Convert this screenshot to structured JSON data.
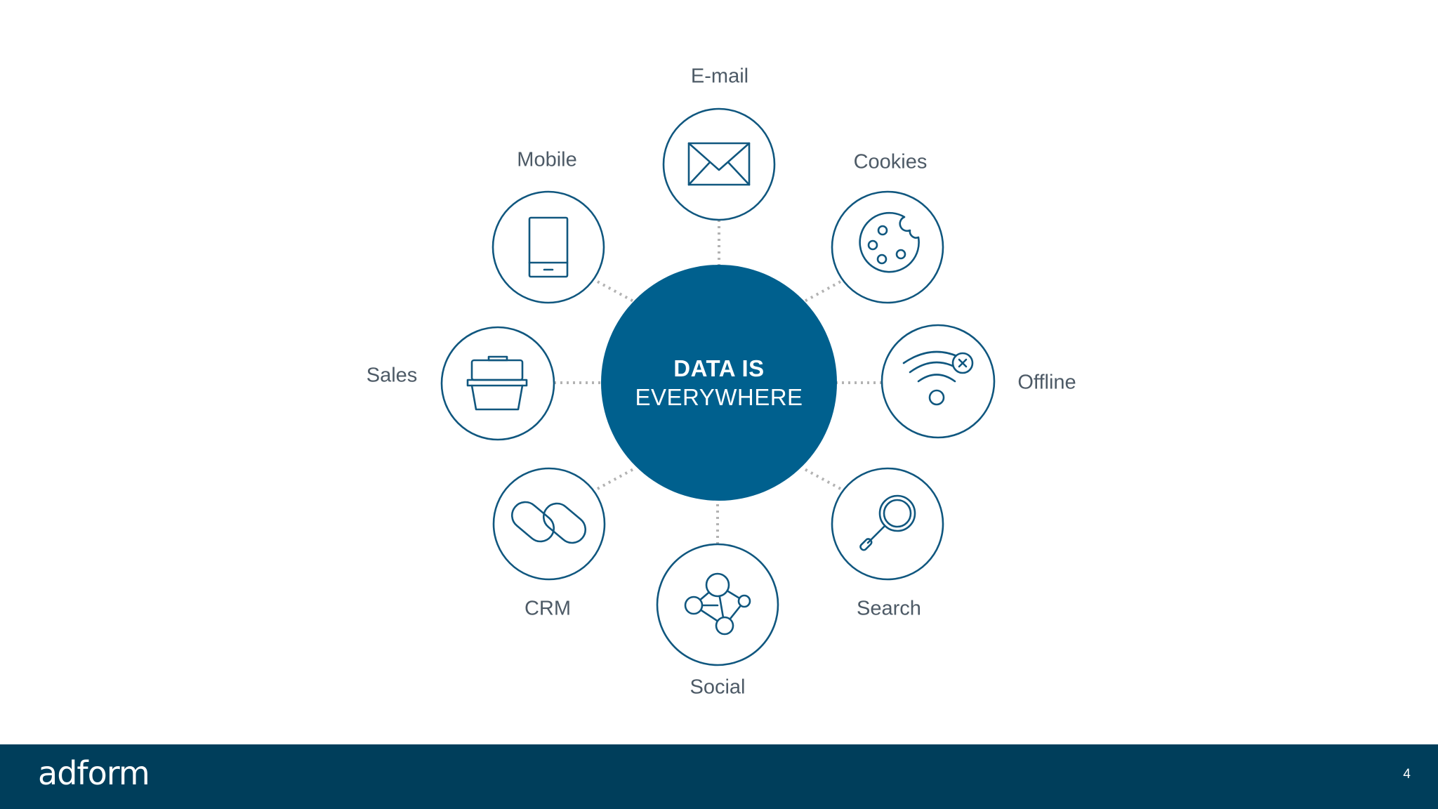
{
  "center": {
    "line1": "DATA IS",
    "line2": "EVERYWHERE"
  },
  "nodes": [
    {
      "label": "E-mail",
      "icon": "envelope-icon"
    },
    {
      "label": "Cookies",
      "icon": "cookie-icon"
    },
    {
      "label": "Offline",
      "icon": "wifi-off-icon"
    },
    {
      "label": "Search",
      "icon": "magnifier-icon"
    },
    {
      "label": "Social",
      "icon": "network-icon"
    },
    {
      "label": "CRM",
      "icon": "linked-rings-icon"
    },
    {
      "label": "Sales",
      "icon": "basket-icon"
    },
    {
      "label": "Mobile",
      "icon": "smartphone-icon"
    }
  ],
  "footer": {
    "logo": "adform",
    "page_number": "4"
  },
  "colors": {
    "accent": "#00608e",
    "stroke": "#10577f",
    "connector": "#b3b3b3",
    "footer": "#003e5b",
    "label": "#4d5a66"
  }
}
